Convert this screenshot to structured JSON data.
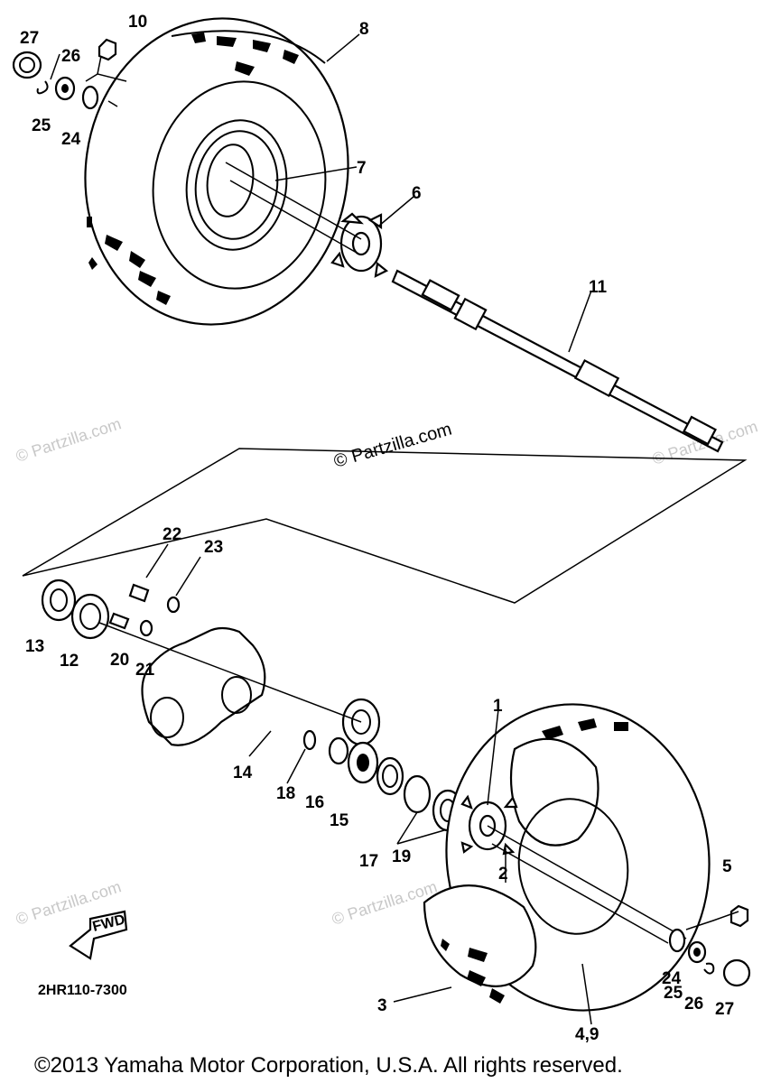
{
  "diagram": {
    "part_numbers": [
      "1",
      "2",
      "3",
      "4,9",
      "5",
      "6",
      "7",
      "8",
      "10",
      "11",
      "12",
      "13",
      "14",
      "15",
      "16",
      "17",
      "18",
      "19",
      "20",
      "21",
      "22",
      "23",
      "24",
      "25",
      "26",
      "27"
    ],
    "callouts": {
      "p1": "1",
      "p2": "2",
      "p3": "3",
      "p4_9": "4,9",
      "p5": "5",
      "p6": "6",
      "p7": "7",
      "p8": "8",
      "p10": "10",
      "p11": "11",
      "p12": "12",
      "p13": "13",
      "p14": "14",
      "p15": "15",
      "p16": "16",
      "p17": "17",
      "p18": "18",
      "p19": "19",
      "p20": "20",
      "p21": "21",
      "p22": "22",
      "p23": "23",
      "p24_top": "24",
      "p25_top": "25",
      "p26_top": "26",
      "p27_top": "27",
      "p24_bot": "24",
      "p25_bot": "25",
      "p26_bot": "26",
      "p27_bot": "27"
    },
    "diagram_code": "2HR110-7300",
    "fwd_label": "FWD",
    "watermark_center": "© Partzilla.com",
    "watermark_faint": "© Partzilla.com",
    "copyright": "©2013 Yamaha Motor Corporation, U.S.A. All rights reserved."
  },
  "colors": {
    "ink": "#000000",
    "background": "#ffffff",
    "watermark": "#c8c8c8"
  }
}
